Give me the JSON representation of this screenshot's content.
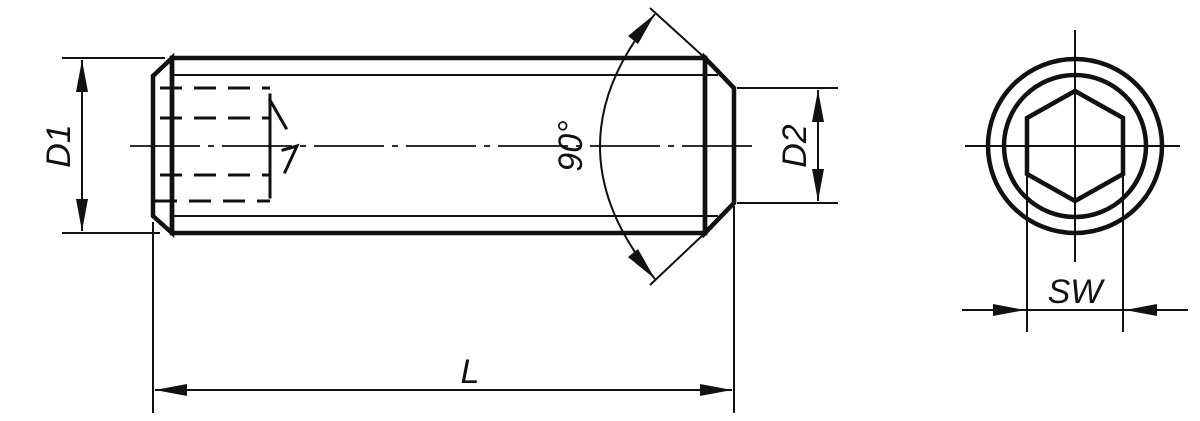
{
  "labels": {
    "d1": "D1",
    "d2": "D2",
    "length": "L",
    "angle": "90°",
    "wrench_size": "SW"
  }
}
